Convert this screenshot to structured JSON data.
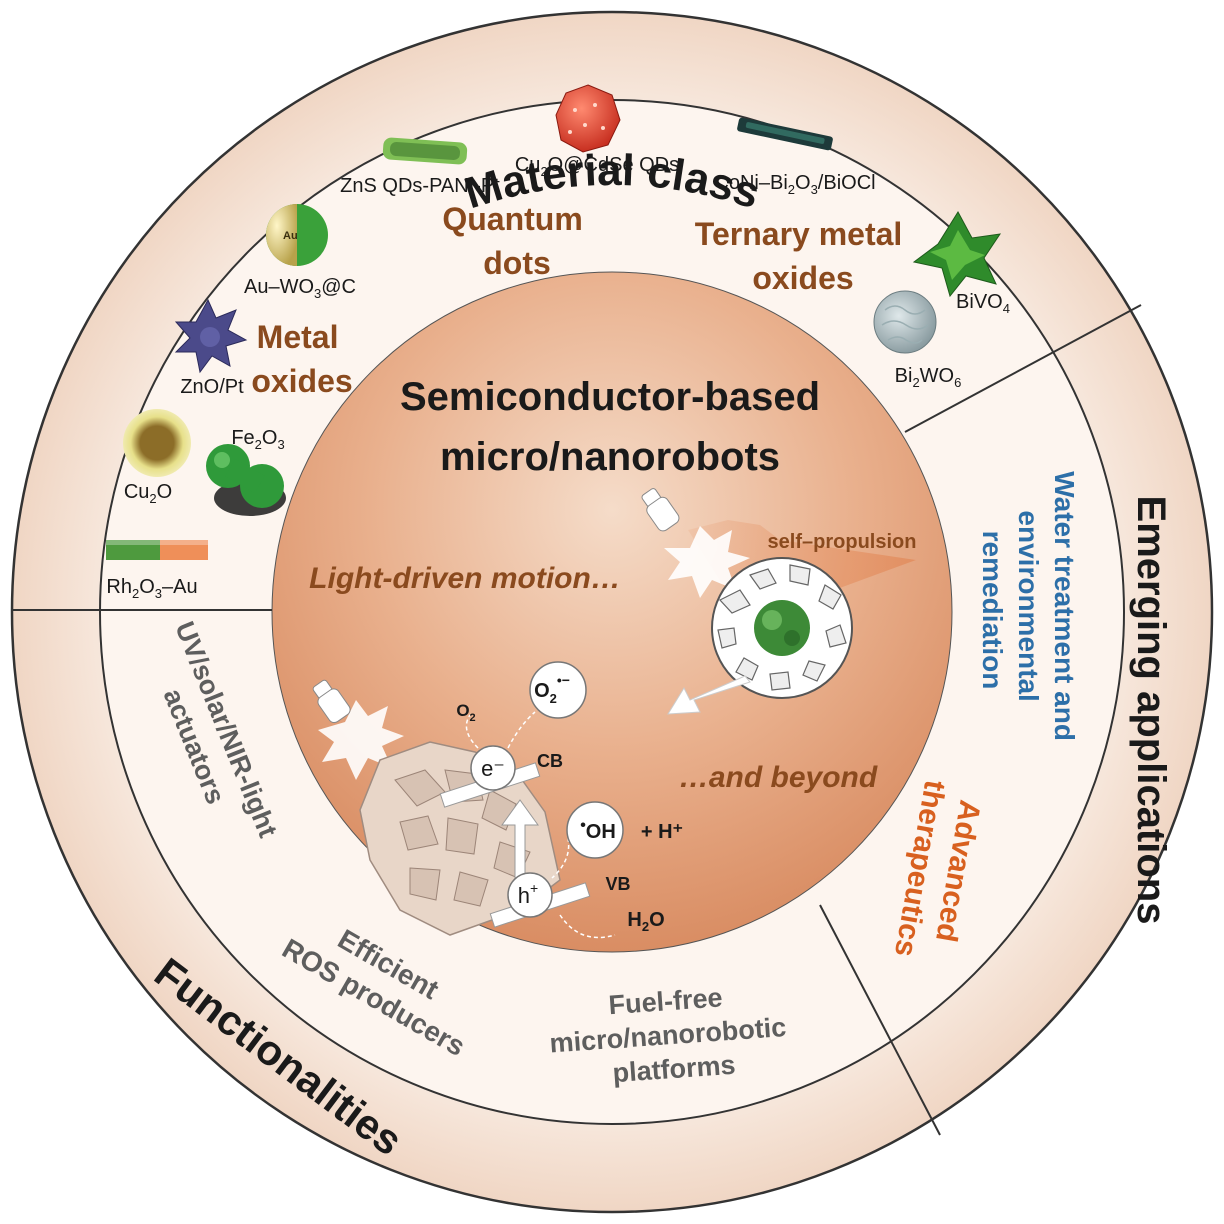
{
  "center": {
    "title_line1": "Semiconductor-based",
    "title_line2": "micro/nanorobots",
    "light_driven": "Light-driven motion…",
    "and_beyond": "…and beyond",
    "self_propulsion": "self–propulsion",
    "o2": "O",
    "o2_sub": "2",
    "superoxide": "O",
    "superoxide_sub": "2",
    "superoxide_sup": "•−",
    "electron": "e⁻",
    "cb": "CB",
    "hole": "h",
    "hole_sup": "+",
    "vb": "VB",
    "hydroxyl": "OH",
    "hydroxyl_dot": "•",
    "plus_h": "+ H⁺",
    "h2o": "H",
    "h2o_sub": "2",
    "h2o_o": "O"
  },
  "sections": {
    "material_class": "Material class",
    "emerging_applications": "Emerging applications",
    "functionalities": "Functionalities"
  },
  "material_class": {
    "quantum_dots_1": "Quantum",
    "quantum_dots_2": "dots",
    "ternary_1": "Ternary metal",
    "ternary_2": "oxides",
    "metal_oxides_1": "Metal",
    "metal_oxides_2": "oxides",
    "items": {
      "zns": "ZnS QDs-PANI-Pt",
      "cu2o_cdse_a": "Cu",
      "cu2o_cdse_sub": "2",
      "cu2o_cdse_b": "O@CdSe QDs",
      "coni_a": "CoNi–Bi",
      "coni_sub1": "2",
      "coni_b": "O",
      "coni_sub2": "3",
      "coni_c": "/BiOCl",
      "au_wo3_a": "Au–WO",
      "au_wo3_sub": "3",
      "au_wo3_b": "@C",
      "bivo4_a": "BiVO",
      "bivo4_sub": "4",
      "bi2wo6_a": "Bi",
      "bi2wo6_sub1": "2",
      "bi2wo6_b": "WO",
      "bi2wo6_sub2": "6",
      "zno_pt": "ZnO/Pt",
      "fe2o3_a": "Fe",
      "fe2o3_sub1": "2",
      "fe2o3_b": "O",
      "fe2o3_sub2": "3",
      "cu2o_a": "Cu",
      "cu2o_sub": "2",
      "cu2o_b": "O",
      "rh2o3_a": "Rh",
      "rh2o3_sub1": "2",
      "rh2o3_b": "O",
      "rh2o3_sub2": "3",
      "rh2o3_c": "–Au",
      "au_letters": "Au"
    }
  },
  "applications": {
    "water_1": "Water treatment and",
    "water_2": "environmental",
    "water_3": "remediation",
    "therapeutics_1": "Advanced",
    "therapeutics_2": "therapeutics"
  },
  "functionalities": {
    "uv_1": "UV/solar/NIR-light",
    "uv_2": "actuators",
    "ros_1": "Efficient",
    "ros_2": "ROS producers",
    "fuel_1": "Fuel-free",
    "fuel_2": "micro/nanorobotic",
    "fuel_3": "platforms"
  },
  "colors": {
    "outer_ring": "#f6e6da",
    "middle_ring": "#fdf5ef",
    "center": "#e8a884",
    "heading_brown": "#8a4a1e",
    "application_blue": "#2d6fa8",
    "application_orange": "#d8601f",
    "function_grey": "#5e5e5e"
  }
}
